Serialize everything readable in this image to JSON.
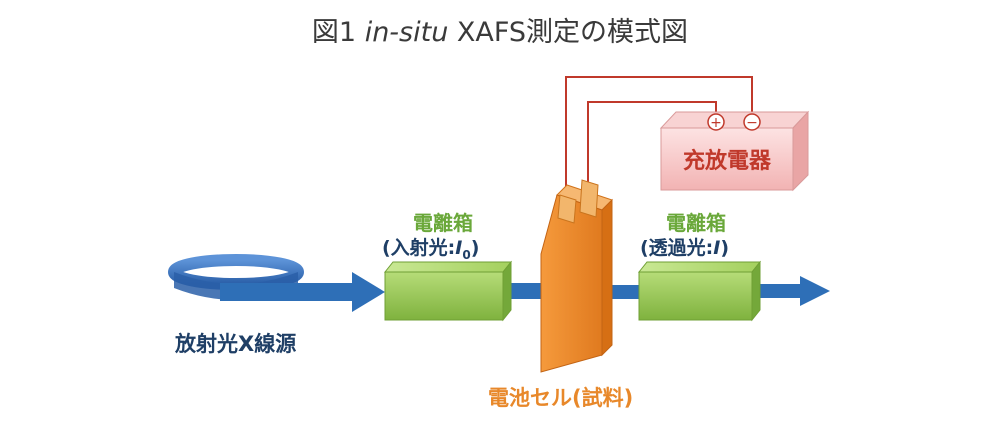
{
  "title": {
    "prefix": "図1 ",
    "italic": "in-situ",
    "suffix": " XAFS測定の模式図"
  },
  "labels": {
    "source": "放射光X線源",
    "chamber1_name": "電離箱",
    "chamber1_sub": "(入射光:",
    "chamber1_symbol": "I",
    "chamber1_subscript": "0",
    "chamber1_close": ")",
    "chamber2_name": "電離箱",
    "chamber2_sub": "(透過光:",
    "chamber2_symbol": "I",
    "chamber2_close": ")",
    "cell": "電池セル(試料)",
    "charger": "充放電器",
    "plus": "+",
    "minus": "−"
  },
  "colors": {
    "beam": "#2e6fb7",
    "ion_chamber": "#8cc04a",
    "cell": "#f0882a",
    "charger": "#f7c6c6",
    "wire": "#c0392b",
    "title": "#3a3a3a",
    "green_text": "#6aa83a",
    "navy_text": "#1f3f66",
    "orange_text": "#e8882a",
    "charger_text": "#c0392b"
  }
}
